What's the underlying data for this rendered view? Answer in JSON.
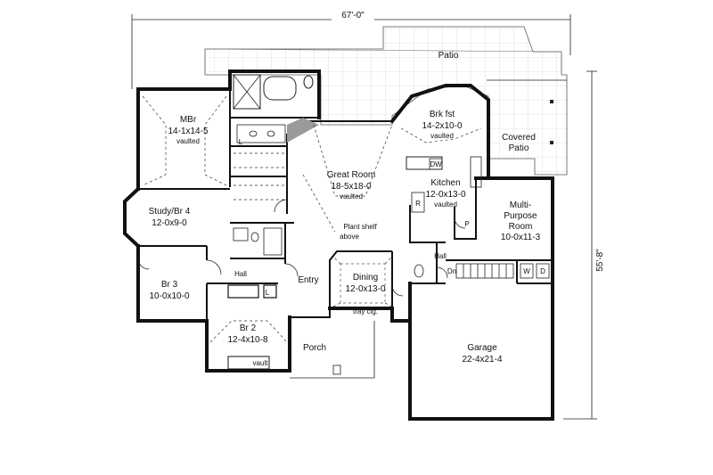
{
  "dimensions": {
    "width_label": "67'-0\"",
    "depth_label": "55'-8\""
  },
  "rooms": {
    "patio": {
      "name": "Patio"
    },
    "covered_patio": {
      "line1": "Covered",
      "line2": "Patio"
    },
    "mbr": {
      "name": "MBr",
      "size": "14-1x14-5",
      "note": "vaulted"
    },
    "brk_fst": {
      "name": "Brk fst",
      "size": "14-2x10-0",
      "note": "vaulted"
    },
    "great_room": {
      "name": "Great Room",
      "size": "18-5x18-0",
      "note": "vaulted"
    },
    "kitchen": {
      "name": "Kitchen",
      "size": "12-0x13-0",
      "note": "vaulted"
    },
    "multi_purpose": {
      "line1": "Multi-",
      "line2": "Purpose",
      "line3": "Room",
      "size": "10-0x11-3"
    },
    "study": {
      "name": "Study/Br 4",
      "size": "12-0x9-0"
    },
    "br3": {
      "name": "Br 3",
      "size": "10-0x10-0"
    },
    "br2": {
      "name": "Br 2",
      "size": "12-4x10-8",
      "note": "vault"
    },
    "dining": {
      "name": "Dining",
      "size": "12-0x13-0",
      "note": "tray clg."
    },
    "garage": {
      "name": "Garage",
      "size": "22-4x21-4"
    },
    "porch": {
      "name": "Porch"
    },
    "entry": {
      "name": "Entry"
    },
    "hall_left": {
      "name": "Hall"
    },
    "hall_right": {
      "name": "Hall"
    }
  },
  "annotations": {
    "plant_shelf_1": "Plant shelf",
    "plant_shelf_2": "above",
    "dw": "DW",
    "r": "R",
    "p": "P",
    "dn": "Dn",
    "w": "W",
    "d": "D",
    "l1": "L",
    "l2": "L"
  }
}
